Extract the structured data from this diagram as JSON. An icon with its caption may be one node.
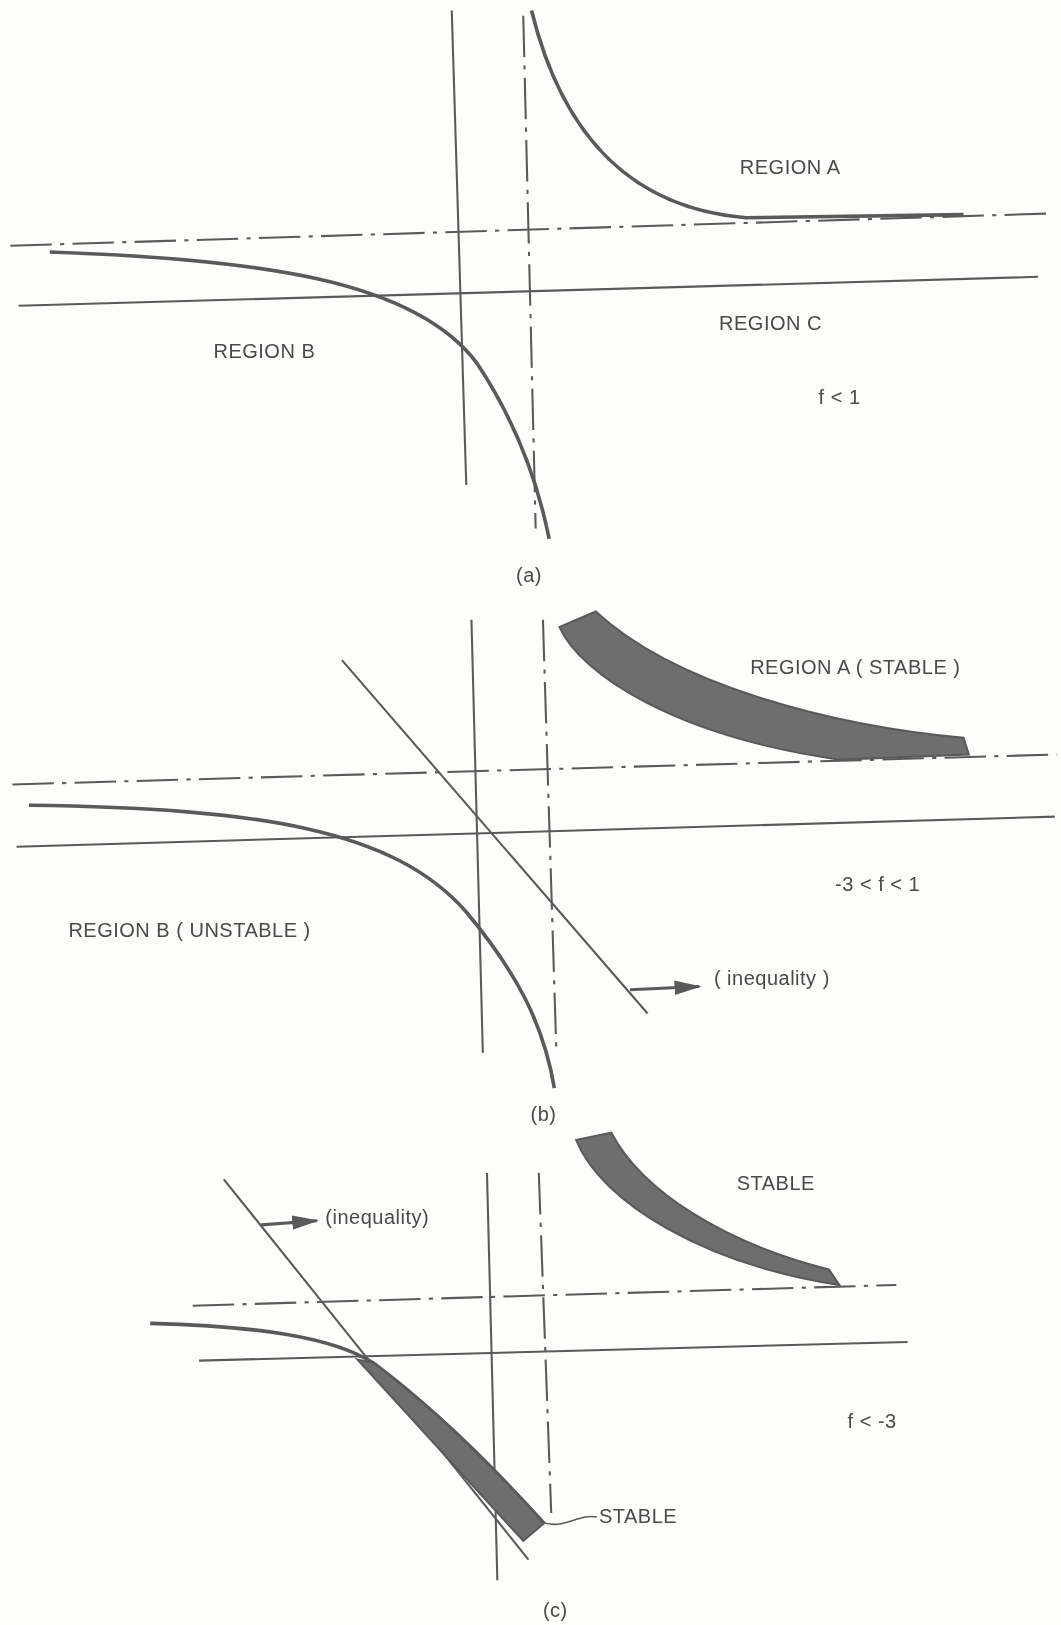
{
  "diagram": {
    "nodes": [
      {
        "text": [
          "STABLE"
        ]
      },
      {
        "text": [],
        "shape": "picture"
      }
    ],
    "edges": [
      {
        "from": 0,
        "to": 1,
        "arrow": "none"
      }
    ],
    "labels": [
      "REGION A",
      "REGION C",
      "REGION B",
      "f < 1",
      "(a)",
      "REGION A ( STABLE )",
      "-3 < f < 1",
      "REGION B ( UNSTABLE )",
      "( inequality )",
      "(b)",
      "STABLE",
      "(inequality)",
      "f < -3",
      "(c)"
    ]
  }
}
